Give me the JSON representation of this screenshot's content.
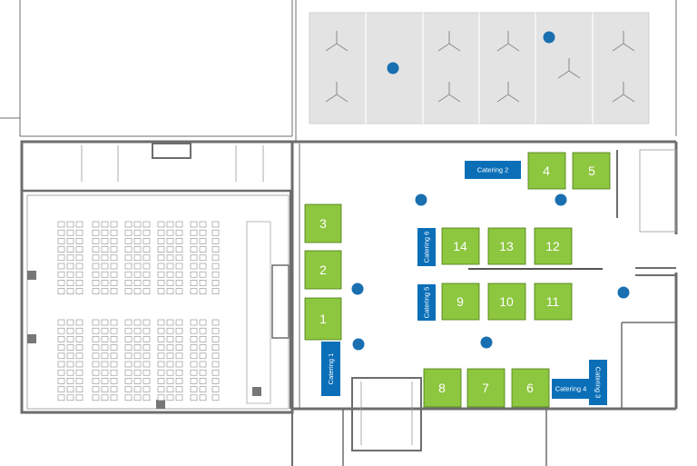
{
  "colors": {
    "booth_fill": "#8dc63f",
    "booth_stroke": "#4a7a12",
    "catering_fill": "#0b6fb8",
    "pillar_fill": "#1a6fb1",
    "tent_fill": "#e3e3e3",
    "wall": "#6d6d6d"
  },
  "booths": [
    {
      "id": "b1",
      "label": "1"
    },
    {
      "id": "b2",
      "label": "2"
    },
    {
      "id": "b3",
      "label": "3"
    },
    {
      "id": "b4",
      "label": "4"
    },
    {
      "id": "b5",
      "label": "5"
    },
    {
      "id": "b6",
      "label": "6"
    },
    {
      "id": "b7",
      "label": "7"
    },
    {
      "id": "b8",
      "label": "8"
    },
    {
      "id": "b9",
      "label": "9"
    },
    {
      "id": "b10",
      "label": "10"
    },
    {
      "id": "b11",
      "label": "11"
    },
    {
      "id": "b12",
      "label": "12"
    },
    {
      "id": "b13",
      "label": "13"
    },
    {
      "id": "b14",
      "label": "14"
    }
  ],
  "catering": [
    {
      "id": "c1",
      "label": "Catering 1"
    },
    {
      "id": "c2",
      "label": "Catering 2"
    },
    {
      "id": "c3",
      "label": "Catering 3"
    },
    {
      "id": "c4",
      "label": "Catering 4"
    },
    {
      "id": "c5",
      "label": "Catering 5"
    },
    {
      "id": "c6",
      "label": "Catering 6"
    }
  ]
}
